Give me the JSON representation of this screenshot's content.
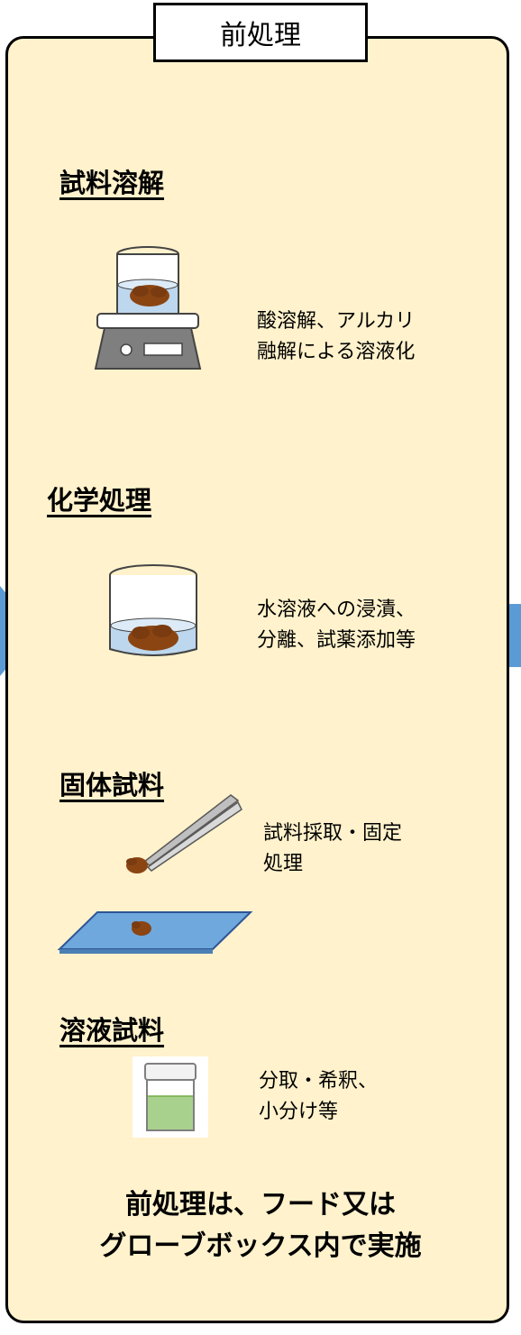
{
  "title": "前処理",
  "sections": [
    {
      "heading": "試料溶解",
      "description_lines": [
        "酸溶解、アルカリ",
        "融解による溶液化"
      ],
      "icon": "beaker-on-hotplate-icon"
    },
    {
      "heading": "化学処理",
      "description_lines": [
        "水溶液への浸漬、",
        "分離、試薬添加等"
      ],
      "icon": "beaker-with-sample-icon"
    },
    {
      "heading": "固体試料",
      "description_lines": [
        "試料採取・固定",
        "処理"
      ],
      "icon": "tweezers-on-plate-icon"
    },
    {
      "heading": "溶液試料",
      "description_lines": [
        "分取・希釈、",
        "小分け等"
      ],
      "icon": "solution-vial-icon"
    }
  ],
  "footer_lines": [
    "前処理は、フード又は",
    "グローブボックス内で実施"
  ],
  "colors": {
    "panel_fill": "#FFF2CC",
    "arrow": "#5B9BD5",
    "liquid": "#BDD7EE",
    "sample": "#8B4513",
    "slide": "#6FA8DC",
    "vial_liquid": "#A9D18E"
  }
}
